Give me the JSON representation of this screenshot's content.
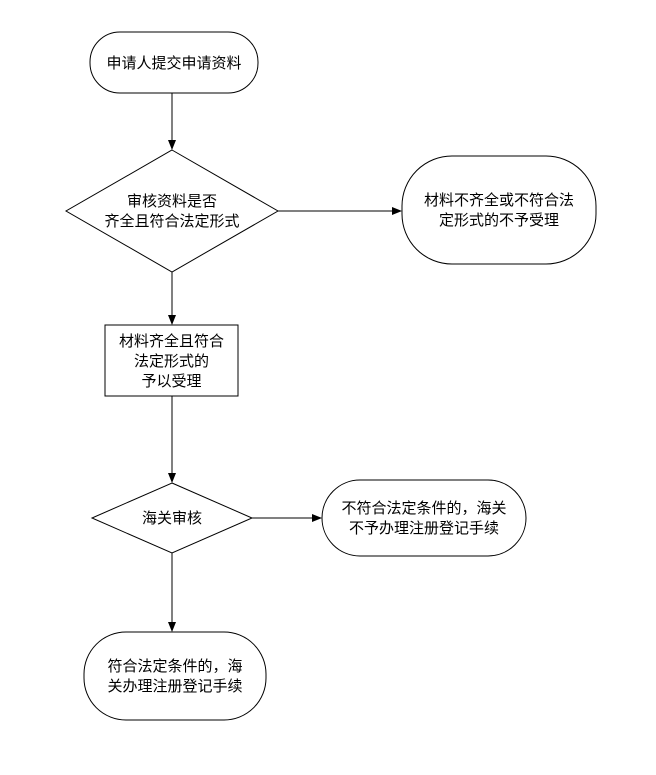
{
  "nodes": {
    "start": {
      "lines": [
        "申请人提交申请资料"
      ]
    },
    "check_materials": {
      "lines": [
        "审核资料是否",
        "齐全且符合法定形式"
      ]
    },
    "reject_incomplete": {
      "lines": [
        "材料不齐全或不符合法",
        "定形式的不予受理"
      ]
    },
    "accept": {
      "lines": [
        "材料齐全且符合",
        "法定形式的",
        "予以受理"
      ]
    },
    "customs_review": {
      "lines": [
        "海关审核"
      ]
    },
    "reject_conditions": {
      "lines": [
        "不符合法定条件的，海关",
        "不予办理注册登记手续"
      ]
    },
    "approve": {
      "lines": [
        "符合法定条件的，海",
        "关办理注册登记手续"
      ]
    }
  },
  "colors": {
    "stroke": "#000000",
    "fill": "#ffffff",
    "text": "#000000"
  }
}
